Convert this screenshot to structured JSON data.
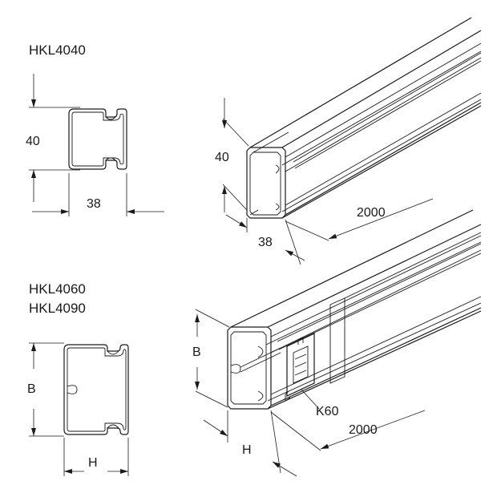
{
  "models": {
    "top": "HKL4040",
    "bottom_line1": "HKL4060",
    "bottom_line2": "HKL4090"
  },
  "dimensions": {
    "small_height": "40",
    "small_width": "38",
    "iso_small_height": "40",
    "iso_small_width": "38",
    "length_top": "2000",
    "param_b": "B",
    "param_h": "H",
    "iso_b": "B",
    "iso_h": "H",
    "clip_label": "K60",
    "length_bottom": "2000"
  }
}
